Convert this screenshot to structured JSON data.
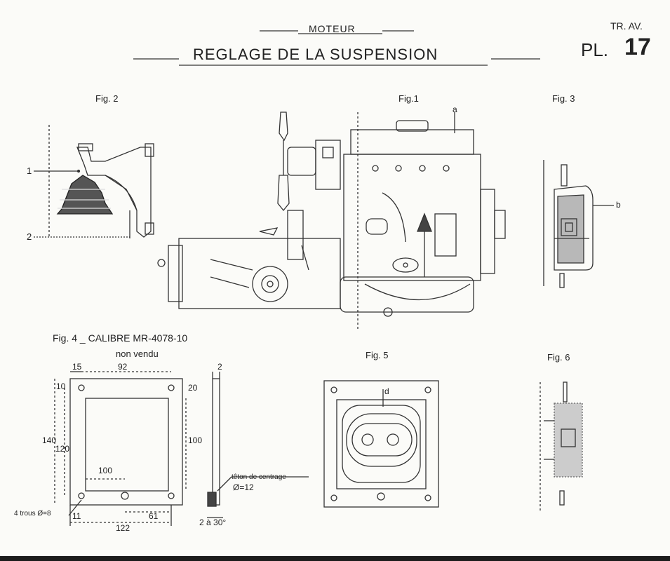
{
  "header": {
    "section": "MOTEUR",
    "title": "REGLAGE DE LA SUSPENSION",
    "ref_small": "TR. AV.",
    "plate_prefix": "PL.",
    "plate_number": "17"
  },
  "figures": {
    "fig1": {
      "label": "Fig.1",
      "callout_a": "a"
    },
    "fig2": {
      "label": "Fig. 2",
      "callout_1": "1",
      "callout_2": "2"
    },
    "fig3": {
      "label": "Fig. 3",
      "callout_b": "b"
    },
    "fig4": {
      "label": "Fig. 4 _ CALIBRE MR-4078-10",
      "sublabel": "non vendu",
      "dims": {
        "d15": "15",
        "d92": "92",
        "d2": "2",
        "d10": "10",
        "d20": "20",
        "d140": "140",
        "d120": "120",
        "d100_right": "100",
        "d100_inner": "100",
        "d11": "11",
        "d61": "61",
        "d122": "122",
        "holes": "4 trous Ø=8",
        "teton": "têton de centrage",
        "teton_dia": "Ø=12",
        "angle": "2 à 30°"
      }
    },
    "fig5": {
      "label": "Fig. 5",
      "callout_d": "d"
    },
    "fig6": {
      "label": "Fig. 6"
    }
  }
}
